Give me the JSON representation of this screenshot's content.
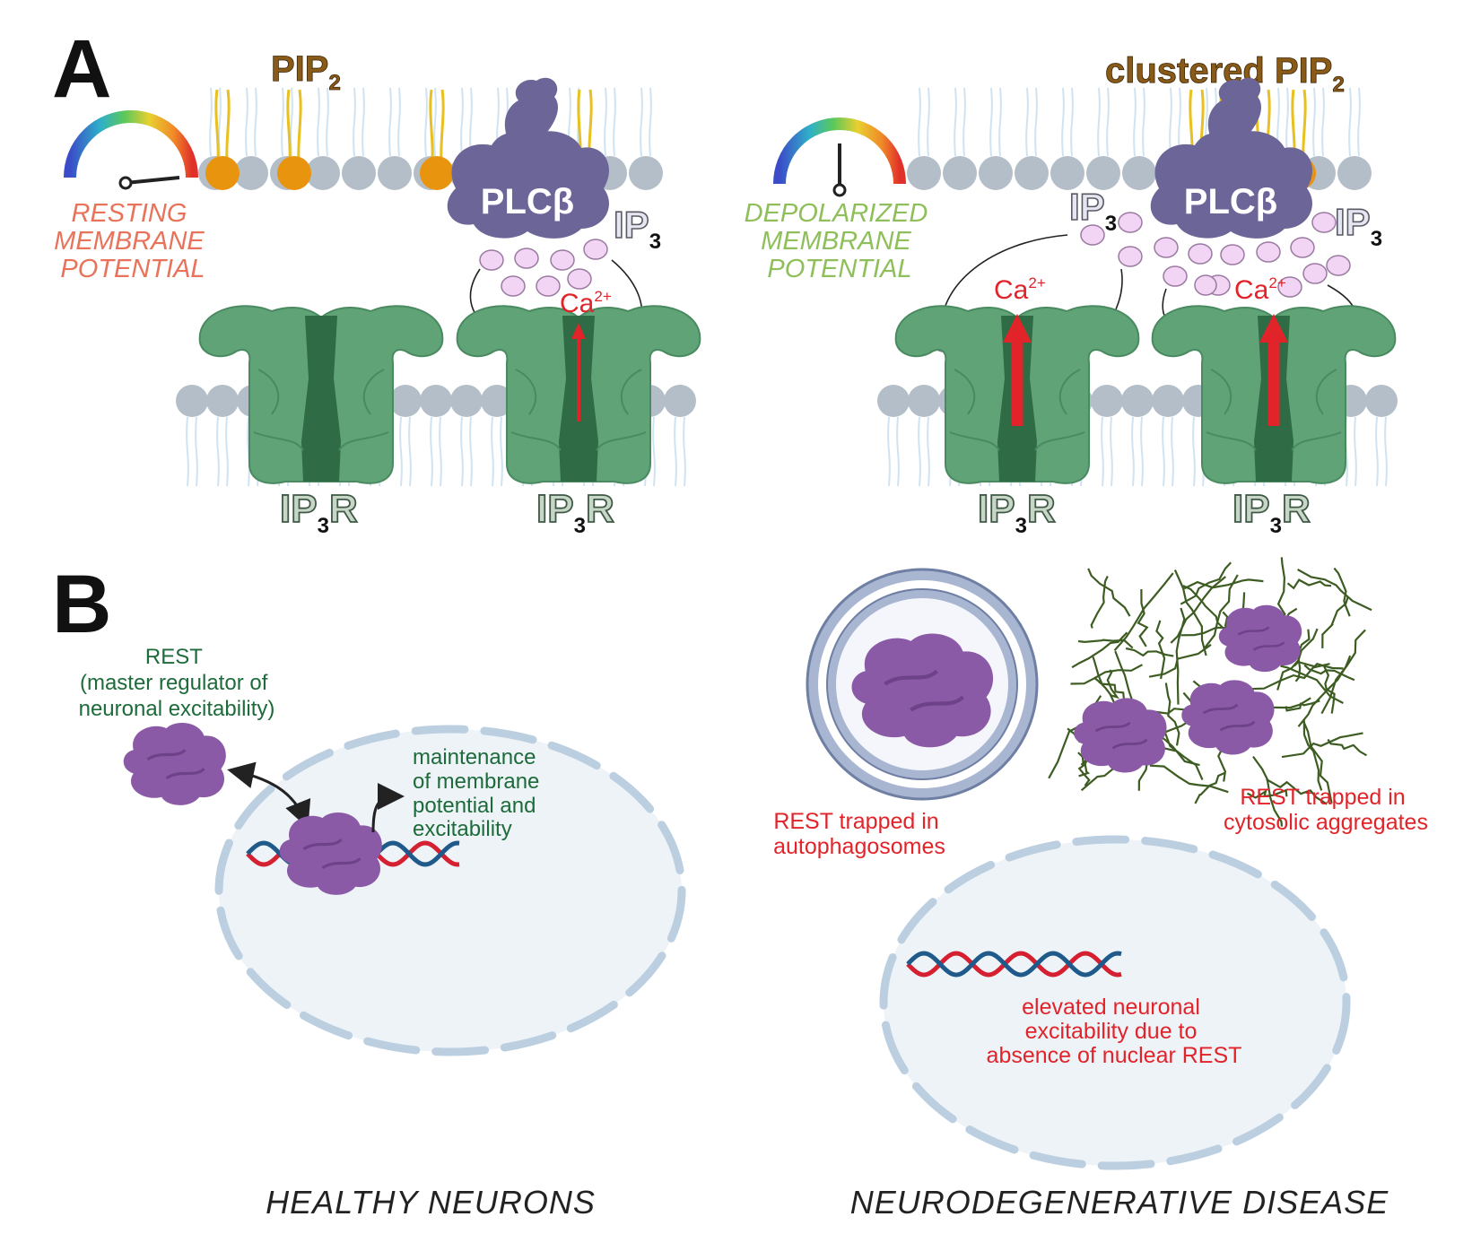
{
  "panel_a": {
    "letter": "A",
    "left": {
      "lipid_label": "PIP",
      "lipid_sub": "2",
      "gauge_line1": "RESTING",
      "gauge_line2": "MEMBRANE",
      "gauge_line3": "POTENTIAL",
      "gauge_color": "#e8735a",
      "enzyme_label": "PLCβ",
      "messenger_label": "IP",
      "messenger_sub": "3",
      "ion_label": "Ca",
      "ion_sup": "2+",
      "receptor_1_label": "IP",
      "receptor_1_sub": "3",
      "receptor_1_suffix": "R",
      "receptor_2_label": "IP",
      "receptor_2_sub": "3",
      "receptor_2_suffix": "R"
    },
    "right": {
      "lipid_label": "clustered PIP",
      "lipid_sub": "2",
      "gauge_line1": "DEPOLARIZED",
      "gauge_line2": "MEMBRANE",
      "gauge_line3": "POTENTIAL",
      "gauge_color": "#8fbf5a",
      "enzyme_label": "PLCβ",
      "messenger_left_label": "IP",
      "messenger_left_sub": "3",
      "messenger_right_label": "IP",
      "messenger_right_sub": "3",
      "ion_1_label": "Ca",
      "ion_1_sup": "2+",
      "ion_2_label": "Ca",
      "ion_2_sup": "2+",
      "receptor_1_label": "IP",
      "receptor_1_sub": "3",
      "receptor_1_suffix": "R",
      "receptor_2_label": "IP",
      "receptor_2_sub": "3",
      "receptor_2_suffix": "R"
    }
  },
  "panel_b": {
    "letter": "B",
    "healthy": {
      "rest_line1": "REST",
      "rest_line2": "(master regulator of",
      "rest_line3": "neuronal excitability)",
      "effect_line1": "maintenance",
      "effect_line2": "of membrane",
      "effect_line3": "potential and",
      "effect_line4": "excitability",
      "footer": "HEALTHY NEURONS"
    },
    "disease": {
      "autophagosome_line1": "REST trapped in",
      "autophagosome_line2": "autophagosomes",
      "aggregate_line1": "REST trapped in",
      "aggregate_line2": "cytosolic aggregates",
      "nucleus_line1": "elevated neuronal",
      "nucleus_line2": "excitability due to",
      "nucleus_line3": "absence of nuclear REST",
      "footer": "NEURODEGENERATIVE DISEASE"
    }
  },
  "colors": {
    "lipid_gray": "#b4bec8",
    "pip_orange": "#e8940f",
    "pip_tail": "#e8c020",
    "plc_purple": "#6c6598",
    "receptor_green": "#5fa377",
    "receptor_dark": "#2f6b45",
    "ip3_pink": "#f2d4f4",
    "ca_red": "#e0242a",
    "rest_purple": "#8b5aa6",
    "nucleus_fill": "#eef3f8",
    "nucleus_dash": "#bccfe0",
    "dna_red": "#d42030",
    "dna_blue": "#1f5a8a",
    "aggregate_green": "#3d5c22",
    "text_green": "#1d6b3a"
  }
}
